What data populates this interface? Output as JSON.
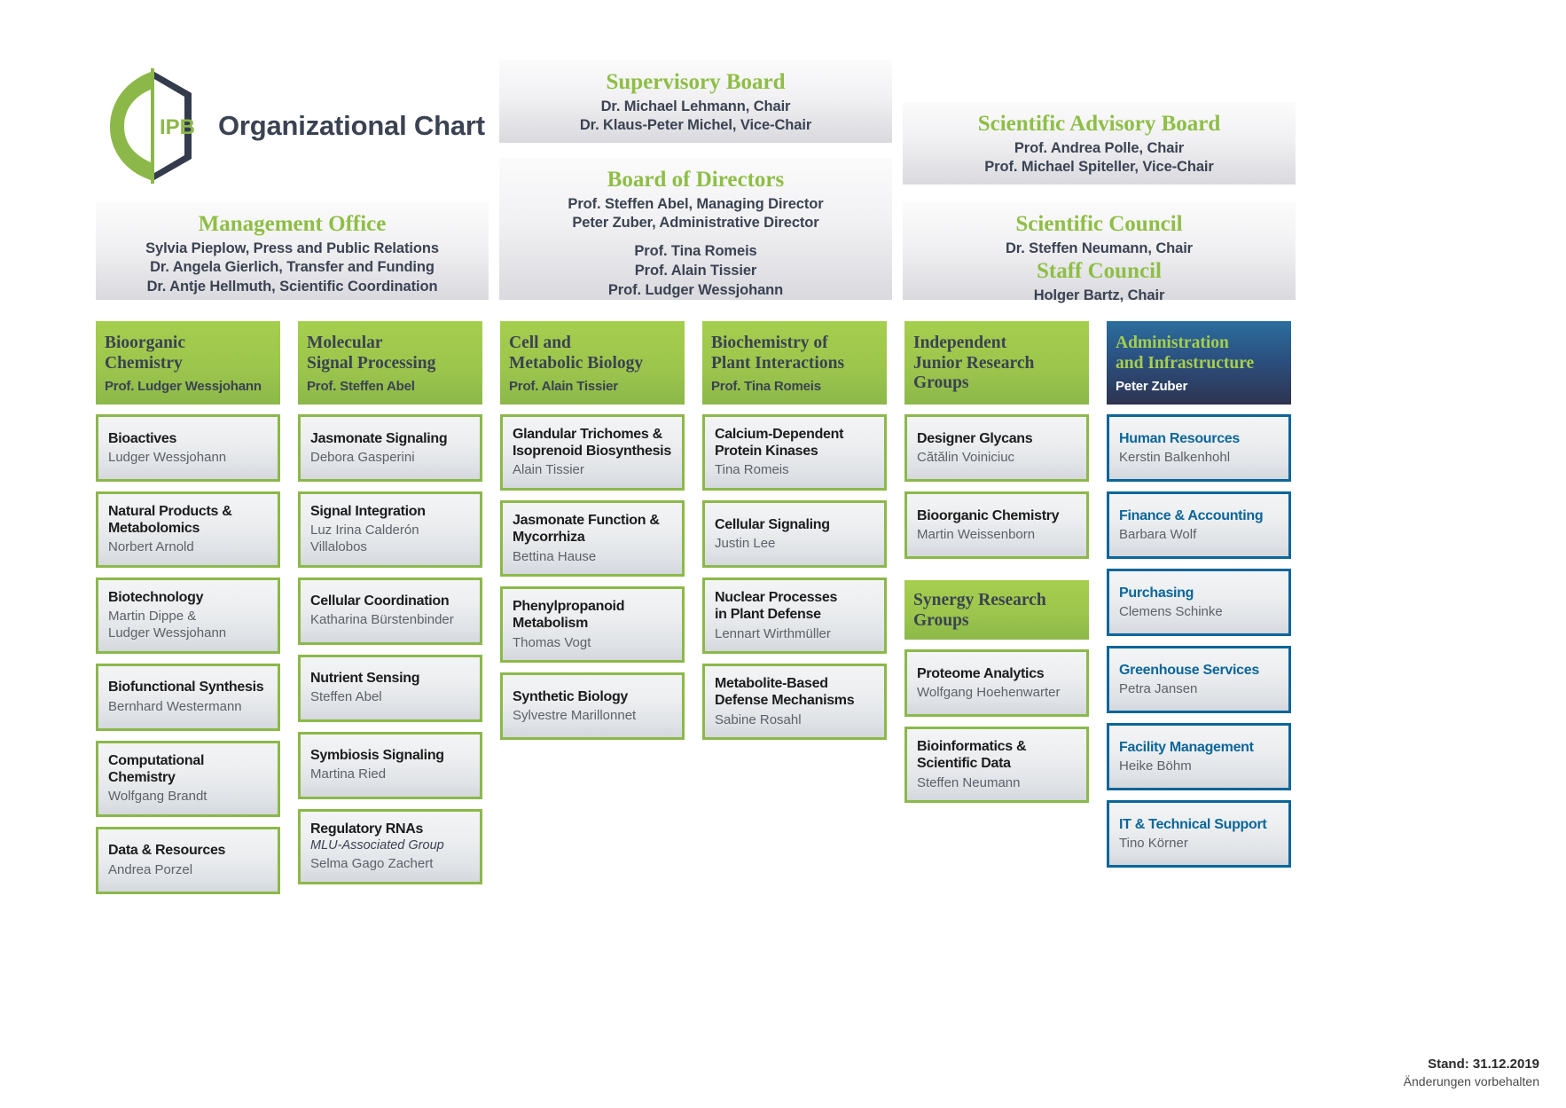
{
  "header": {
    "title": "Organizational Chart",
    "logo_text": "IPB",
    "logo_name": "ipb-logo"
  },
  "colors": {
    "green": "#8cb84a",
    "green_light": "#a6ce4e",
    "blue": "#0b6699",
    "navy": "#2e3450",
    "text_dark": "#3b4252",
    "text_gray": "#5d6168"
  },
  "panels": {
    "supervisory": {
      "title": "Supervisory Board",
      "lines": [
        "Dr. Michael Lehmann, Chair",
        "Dr. Klaus-Peter Michel, Vice-Chair"
      ]
    },
    "directors": {
      "title": "Board of Directors",
      "lines": [
        "Prof. Steffen Abel, Managing Director",
        "Peter Zuber, Administrative Director"
      ],
      "lines2": [
        "Prof. Tina Romeis",
        "Prof. Alain Tissier",
        "Prof. Ludger Wessjohann"
      ]
    },
    "management": {
      "title": "Management Office",
      "lines": [
        "Sylvia Pieplow, Press and Public Relations",
        "Dr. Angela Gierlich, Transfer and Funding",
        "Dr. Antje Hellmuth, Scientific Coordination"
      ]
    },
    "advisory": {
      "title": "Scientific Advisory Board",
      "lines": [
        "Prof. Andrea Polle, Chair",
        "Prof. Michael Spiteller, Vice-Chair"
      ]
    },
    "councils": {
      "title": "Scientific Council",
      "lines": [
        "Dr. Steffen Neumann, Chair"
      ],
      "title2": "Staff Council",
      "lines2": [
        "Holger Bartz, Chair"
      ]
    }
  },
  "columns": [
    {
      "head": {
        "title": "Bioorganic\nChemistry",
        "lead": "Prof. Ludger Wessjohann"
      },
      "units": [
        {
          "title": "Bioactives",
          "name": "Ludger Wessjohann"
        },
        {
          "title": "Natural Products &\nMetabolomics",
          "name": "Norbert Arnold"
        },
        {
          "title": "Biotechnology",
          "name": "Martin Dippe &\nLudger Wessjohann"
        },
        {
          "title": "Biofunctional Synthesis",
          "name": "Bernhard Westermann"
        },
        {
          "title": "Computational\nChemistry",
          "name": "Wolfgang Brandt"
        },
        {
          "title": "Data & Resources",
          "name": "Andrea Porzel"
        }
      ]
    },
    {
      "head": {
        "title": "Molecular\nSignal Processing",
        "lead": "Prof. Steffen Abel"
      },
      "units": [
        {
          "title": "Jasmonate Signaling",
          "name": "Debora Gasperini"
        },
        {
          "title": "Signal Integration",
          "name": "Luz Irina Calderón Villalobos"
        },
        {
          "title": "Cellular Coordination",
          "name": "Katharina Bürstenbinder"
        },
        {
          "title": "Nutrient Sensing",
          "name": "Steffen Abel"
        },
        {
          "title": "Symbiosis Signaling",
          "name": "Martina Ried"
        },
        {
          "title": "Regulatory RNAs",
          "sub": "MLU-Associated Group",
          "name": "Selma Gago Zachert"
        }
      ]
    },
    {
      "head": {
        "title": "Cell and\nMetabolic Biology",
        "lead": "Prof. Alain Tissier"
      },
      "units": [
        {
          "title": "Glandular Trichomes &\nIsoprenoid Biosynthesis",
          "name": "Alain Tissier"
        },
        {
          "title": "Jasmonate Function &\nMycorrhiza",
          "name": "Bettina Hause"
        },
        {
          "title": "Phenylpropanoid\nMetabolism",
          "name": "Thomas Vogt"
        },
        {
          "title": "Synthetic Biology",
          "name": "Sylvestre Marillonnet"
        }
      ]
    },
    {
      "head": {
        "title": "Biochemistry of\nPlant Interactions",
        "lead": "Prof. Tina Romeis"
      },
      "units": [
        {
          "title": "Calcium-Dependent\nProtein Kinases",
          "name": "Tina Romeis"
        },
        {
          "title": "Cellular Signaling",
          "name": "Justin Lee"
        },
        {
          "title": "Nuclear Processes\nin Plant Defense",
          "name": "Lennart Wirthmüller"
        },
        {
          "title": "Metabolite-Based\nDefense Mechanisms",
          "name": "Sabine Rosahl"
        }
      ]
    },
    {
      "head": {
        "title": "Independent\nJunior Research Groups",
        "lead": ""
      },
      "units": [
        {
          "title": "Designer Glycans",
          "name": "Cătălin Voiniciuc"
        },
        {
          "title": "Bioorganic Chemistry",
          "name": "Martin Weissenborn"
        }
      ],
      "synergy_head": {
        "title": "Synergy Research Groups"
      },
      "synergy_units": [
        {
          "title": "Proteome Analytics",
          "name": "Wolfgang Hoehenwarter"
        },
        {
          "title": "Bioinformatics &\nScientific Data",
          "name": "Steffen Neumann"
        }
      ]
    },
    {
      "head": {
        "title": "Administration\nand Infrastructure",
        "lead": "Peter Zuber",
        "variant": "admin"
      },
      "units": [
        {
          "title": "Human Resources",
          "name": "Kerstin Balkenhohl"
        },
        {
          "title": "Finance & Accounting",
          "name": "Barbara Wolf"
        },
        {
          "title": "Purchasing",
          "name": "Clemens Schinke"
        },
        {
          "title": "Greenhouse Services",
          "name": "Petra Jansen"
        },
        {
          "title": "Facility Management",
          "name": "Heike Böhm"
        },
        {
          "title": "IT & Technical Support",
          "name": "Tino Körner"
        }
      ]
    }
  ],
  "footer": {
    "line1": "Stand: 31.12.2019",
    "line2": "Änderungen vorbehalten"
  }
}
